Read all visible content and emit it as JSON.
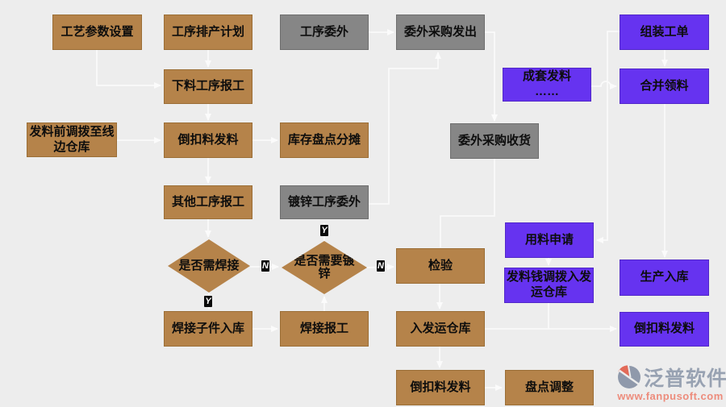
{
  "diagram": {
    "nodes": {
      "process_param_setup": {
        "label": "工艺参数设置"
      },
      "process_scheduling_plan": {
        "label": "工序排产计划"
      },
      "process_outsourcing": {
        "label": "工序委外"
      },
      "outsource_purchase_issue": {
        "label": "委外采购发出"
      },
      "assembly_work_order": {
        "label": "组装工单"
      },
      "blanking_process_report": {
        "label": "下料工序报工"
      },
      "kitting_issue": {
        "label": "成套发料\n……"
      },
      "merge_picking": {
        "label": "合并领料"
      },
      "pre_issue_transfer_lineside": {
        "label": "发料前调拨至线\n边仓库"
      },
      "backflush_issue_1": {
        "label": "倒扣料发料"
      },
      "inventory_count_allocation": {
        "label": "库存盘点分摊"
      },
      "outsource_purchase_receipt": {
        "label": "委外采购收货"
      },
      "other_process_report": {
        "label": "其他工序报工"
      },
      "galvanize_process_outsourcing": {
        "label": "镀锌工序委外"
      },
      "material_application": {
        "label": "用料申请"
      },
      "need_welding": {
        "label": "是否需焊接"
      },
      "need_galvanizing": {
        "label": "是否需要镀\n锌"
      },
      "inspection": {
        "label": "检验"
      },
      "pre_issue_transfer_shipping": {
        "label": "发料钱调拨入发\n运仓库"
      },
      "production_inbound": {
        "label": "生产入库"
      },
      "welded_subpart_inbound": {
        "label": "焊接子件入库"
      },
      "welding_report": {
        "label": "焊接报工"
      },
      "shipping_warehouse_inbound": {
        "label": "入发运仓库"
      },
      "backflush_issue_shipping": {
        "label": "倒扣料发料"
      },
      "backflush_issue_2": {
        "label": "倒扣料发料"
      },
      "count_adjustment": {
        "label": "盘点调整"
      }
    },
    "branch_labels": {
      "yes": "Y",
      "no": "N"
    },
    "colors": {
      "process_box": "#b5834a",
      "outsource_box": "#868686",
      "system_box": "#6633f0",
      "connector": "#fafafa",
      "background": "#ededed"
    },
    "logo": {
      "brand": "泛普软件",
      "website": "www.fanpusoft.com"
    }
  }
}
